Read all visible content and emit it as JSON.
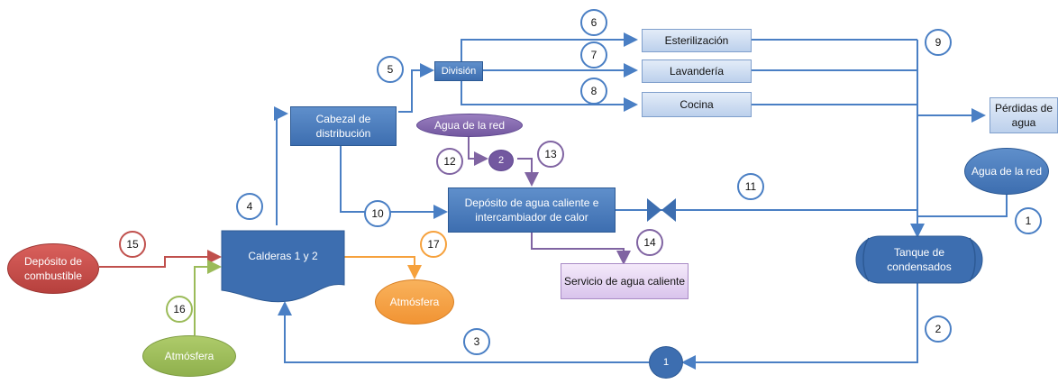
{
  "nodes": {
    "cabezal": "Cabezal de distribución",
    "division": "División",
    "esterilizacion": "Esterilización",
    "lavanderia": "Lavandería",
    "cocina": "Cocina",
    "perdidas": "Pérdidas de agua",
    "agua_red_top": "Agua de la red",
    "agua_red_right": "Agua de la red",
    "deposito_agua": "Depósito de agua caliente e intercambiador de calor",
    "servicio": "Servicio de agua caliente",
    "calderas": "Calderas  1 y 2",
    "deposito_combustible": "Depósito de combustible",
    "atmosfera_left": "Atmósfera",
    "atmosfera_right": "Atmósfera",
    "tanque": "Tanque de condensados"
  },
  "pumps": {
    "pump1": "1",
    "pump2": "2"
  },
  "streams": [
    "1",
    "2",
    "3",
    "4",
    "5",
    "6",
    "7",
    "8",
    "9",
    "10",
    "11",
    "12",
    "13",
    "14",
    "15",
    "16",
    "17"
  ],
  "colors": {
    "blue_line": "#4a7fc4",
    "red_line": "#c0504d",
    "green_line": "#9bbb59",
    "orange_line": "#f6a13c",
    "purple_line": "#8064a2",
    "blue_node": "#3d6eb0"
  }
}
